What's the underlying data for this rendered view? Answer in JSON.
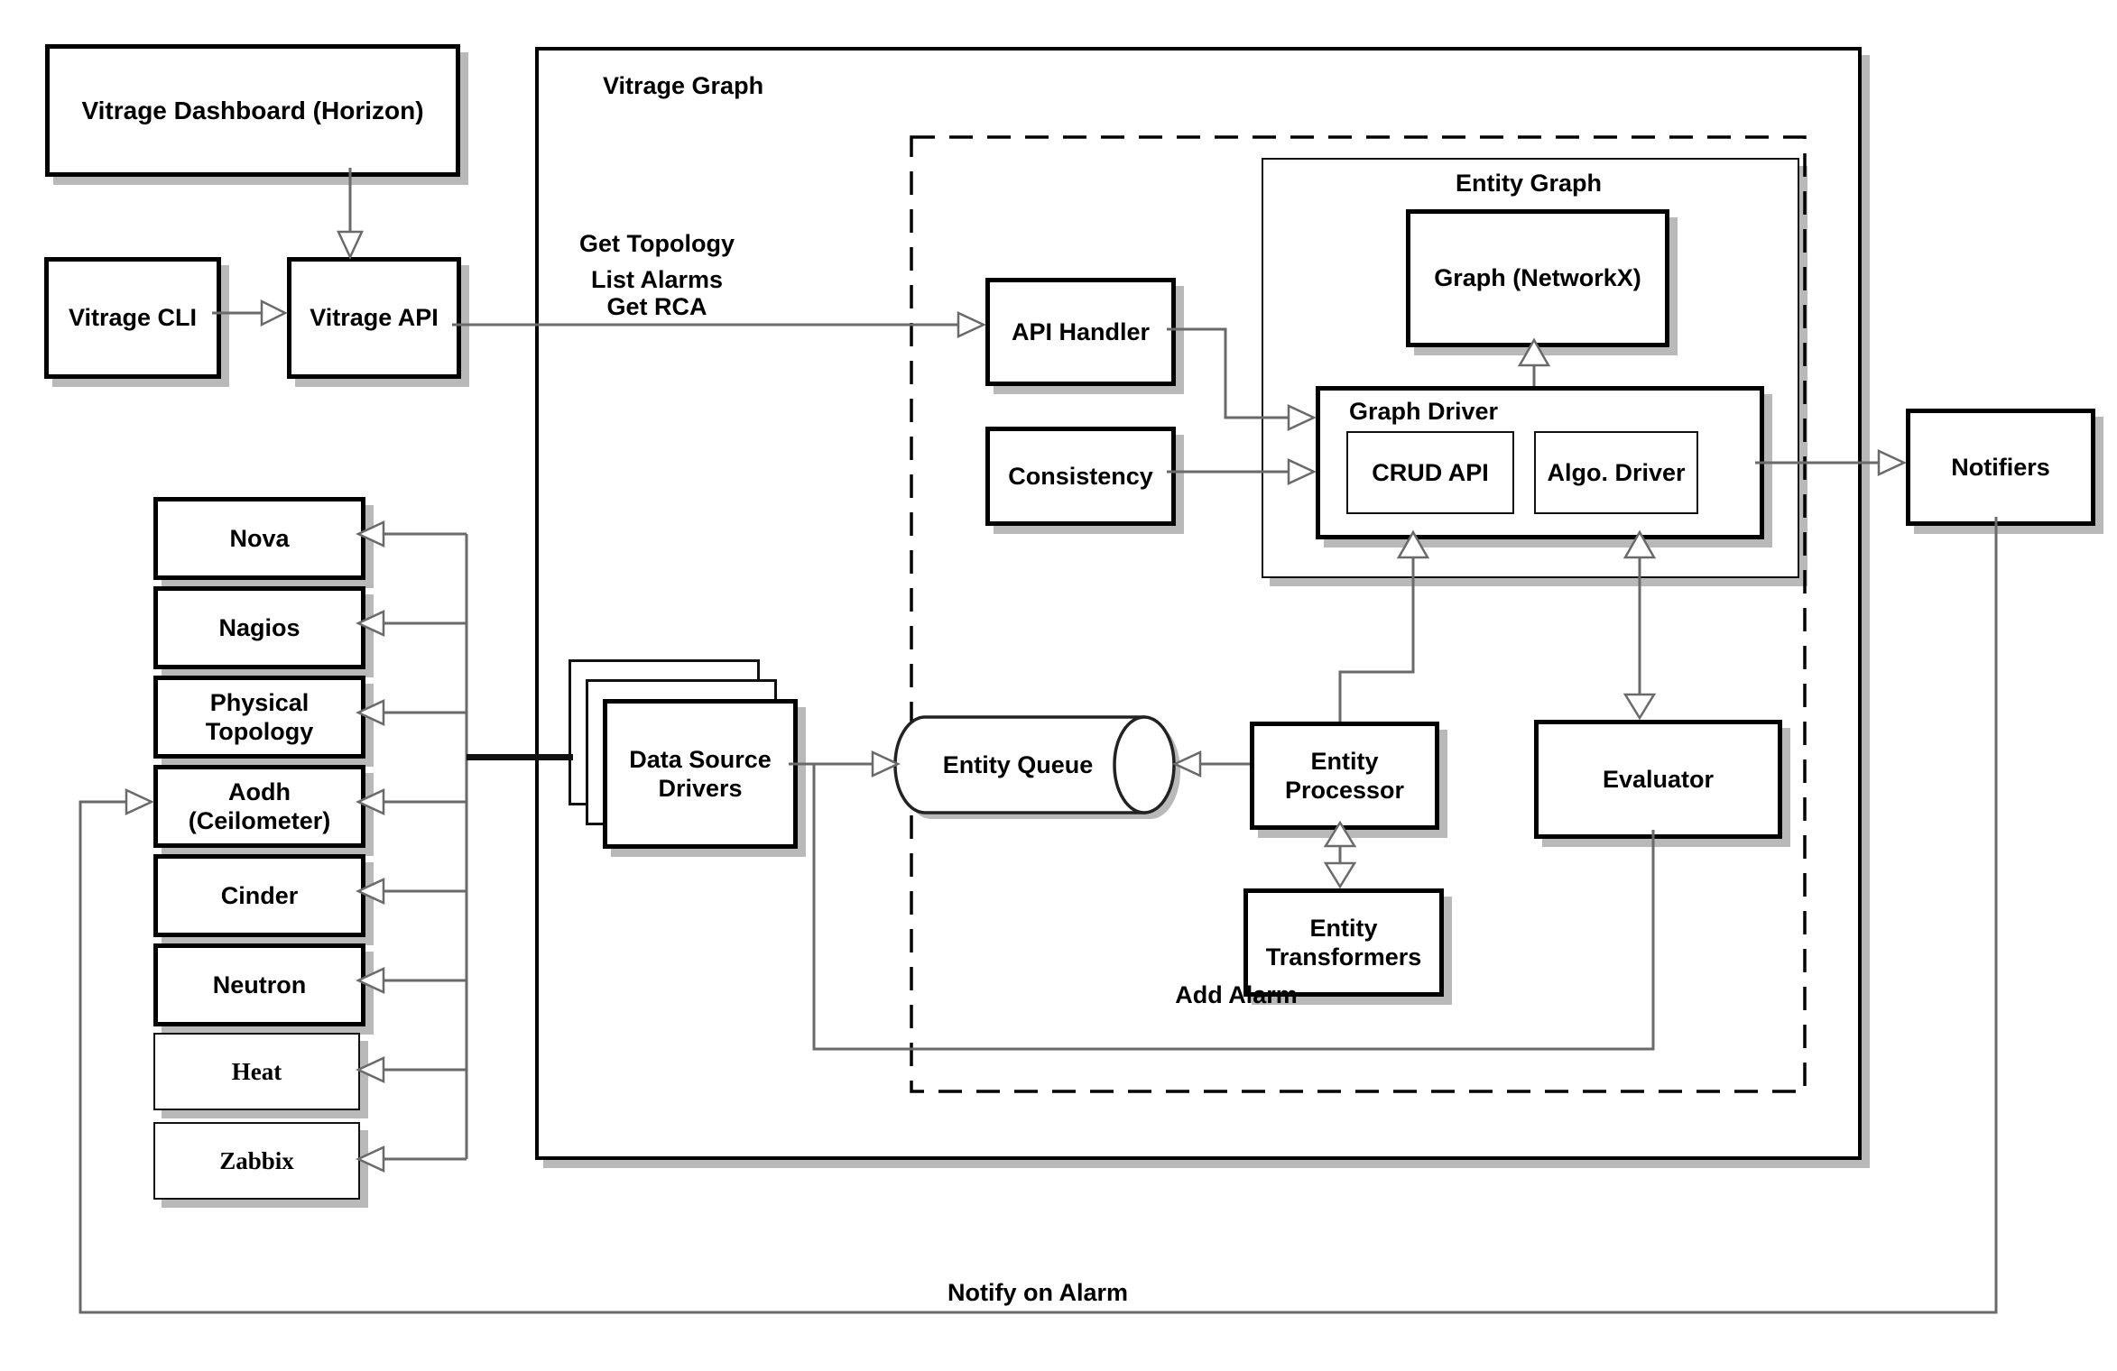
{
  "diagram": {
    "nodes": {
      "vitrage_dashboard": "Vitrage Dashboard (Horizon)",
      "vitrage_cli": "Vitrage CLI",
      "vitrage_api": "Vitrage API",
      "api_handler": "API Handler",
      "consistency": "Consistency",
      "graph_networkx": "Graph (NetworkX)",
      "crud_api": "CRUD API",
      "algo_driver": "Algo. Driver",
      "notifiers": "Notifiers",
      "data_source_drivers": "Data Source Drivers",
      "entity_queue": "Entity Queue",
      "entity_processor": "Entity Processor",
      "entity_transformers": "Entity Transformers",
      "evaluator": "Evaluator"
    },
    "containers": {
      "vitrage_graph": "Vitrage Graph",
      "entity_graph": "Entity Graph",
      "graph_driver": "Graph Driver"
    },
    "data_sources": [
      "Nova",
      "Nagios",
      "Physical Topology",
      "Aodh (Ceilometer)",
      "Cinder",
      "Neutron",
      "Heat",
      "Zabbix"
    ],
    "edge_labels": {
      "get_topology": "Get Topology",
      "list_alarms": "List Alarms",
      "get_rca": "Get RCA",
      "add_alarm": "Add Alarm",
      "notify_on_alarm": "Notify on Alarm"
    },
    "colors": {
      "line": "#6a6a6a",
      "border": "#000000",
      "shadow": "#b9b9b9",
      "background": "#ffffff"
    }
  }
}
